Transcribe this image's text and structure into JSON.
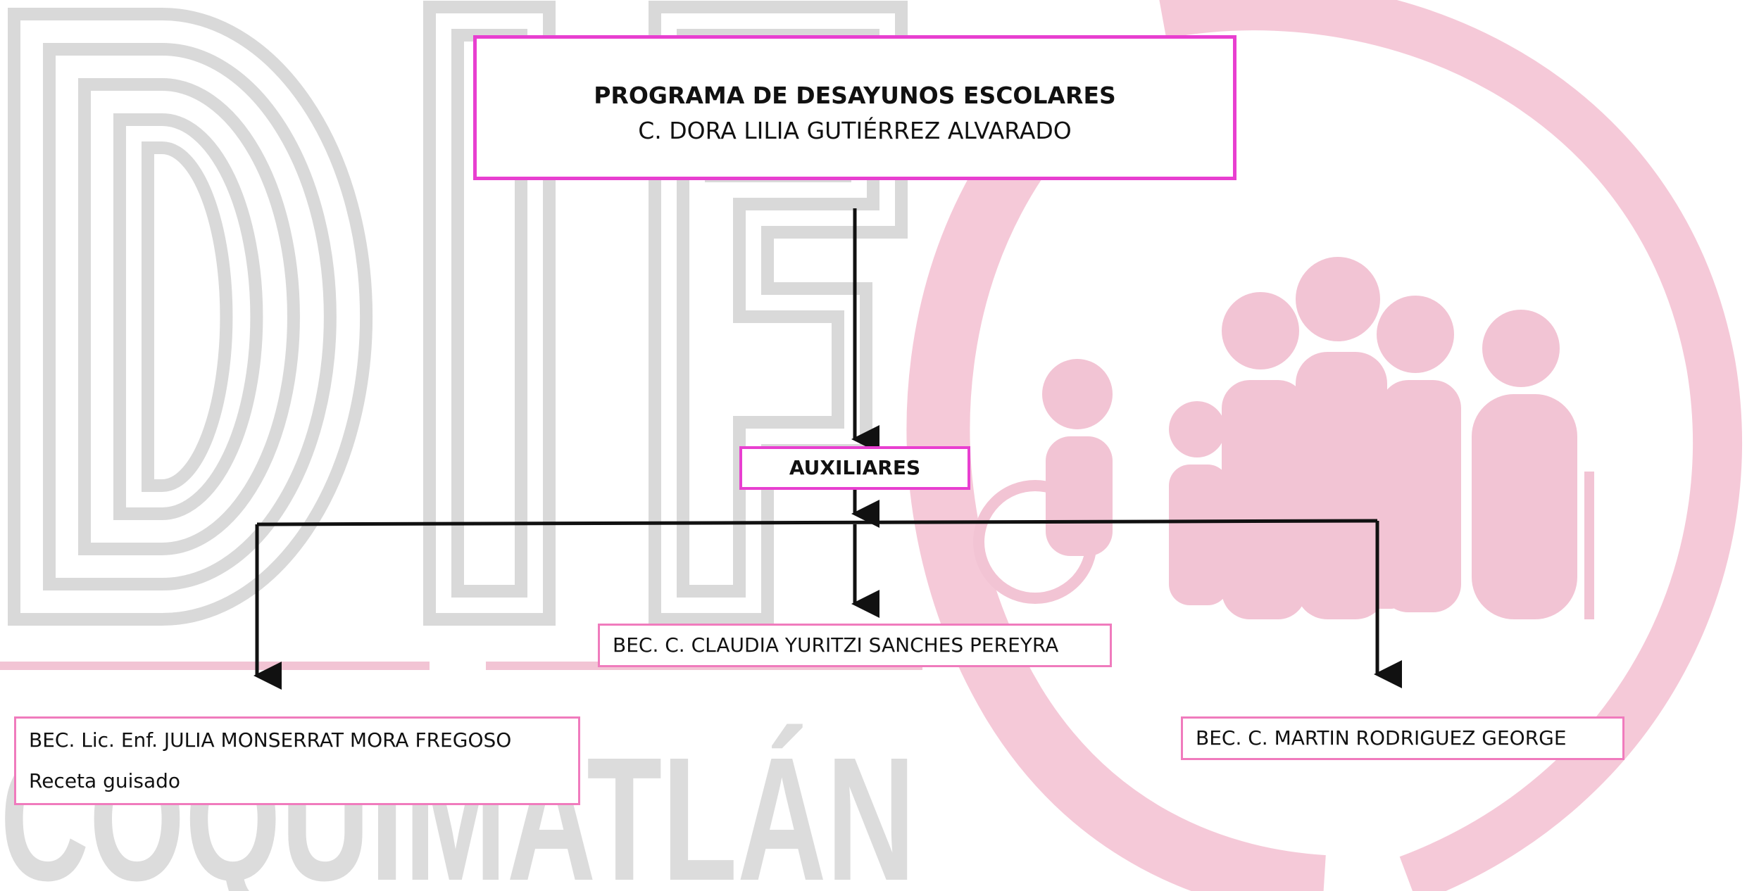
{
  "watermark": {
    "org_word": "COQUIMATLÁN",
    "logo_letters": "DIF"
  },
  "chart": {
    "head": {
      "title": "PROGRAMA DE DESAYUNOS ESCOLARES",
      "name": "C. DORA LILIA GUTIÉRREZ ALVARADO"
    },
    "auxiliares": "AUXILIARES",
    "members": [
      {
        "name": "BEC. C. CLAUDIA YURITZI SANCHES PEREYRA"
      },
      {
        "name": "BEC. Lic. Enf. JULIA MONSERRAT MORA FREGOSO",
        "note": "Receta guisado"
      },
      {
        "name": "BEC. C. MARTIN RODRIGUEZ GEORGE"
      }
    ]
  },
  "colors": {
    "head_border": "#e83fd0",
    "member_border": "#f07bbd",
    "watermark_gray": "#d9d9d9",
    "watermark_pink": "#f2c4d4"
  }
}
